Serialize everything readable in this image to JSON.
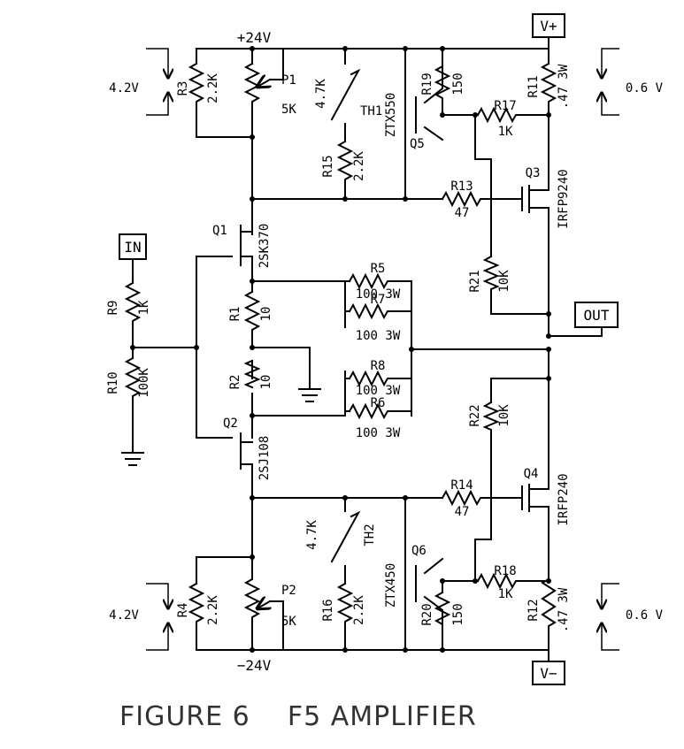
{
  "title": "FIGURE 6    F5 AMPLIFIER",
  "rails": {
    "pos": "+24V",
    "neg": "−24V"
  },
  "terminals": {
    "vplus": "V+",
    "vminus": "V−",
    "input": "IN",
    "output": "OUT"
  },
  "measurements": {
    "bias_left_top": "4.2V",
    "bias_left_bottom": "4.2V",
    "bias_right_top": "0.6 V",
    "bias_right_bottom": "0.6 V"
  },
  "components": {
    "R3": {
      "ref": "R3",
      "value": "2.2K"
    },
    "P1": {
      "ref": "P1",
      "value": "5K"
    },
    "TH1": {
      "ref": "TH1",
      "value": "4.7K"
    },
    "R15": {
      "ref": "R15",
      "value": "2.2K"
    },
    "Q5": {
      "ref": "Q5",
      "part": "ZTX550"
    },
    "R19": {
      "ref": "R19",
      "value": "150"
    },
    "R11": {
      "ref": "R11",
      "value": ".47 3W"
    },
    "R17": {
      "ref": "R17",
      "value": "1K"
    },
    "Q3": {
      "ref": "Q3",
      "part": "IRFP9240"
    },
    "R13": {
      "ref": "R13",
      "value": "47"
    },
    "Q1": {
      "ref": "Q1",
      "part": "2SK370"
    },
    "R9": {
      "ref": "R9",
      "value": "1K"
    },
    "R10": {
      "ref": "R10",
      "value": "100K"
    },
    "R1": {
      "ref": "R1",
      "value": "10"
    },
    "R2": {
      "ref": "R2",
      "value": "10"
    },
    "R5": {
      "ref": "R5",
      "value": "100 3W"
    },
    "R7": {
      "ref": "R7",
      "value": "100 3W"
    },
    "R8": {
      "ref": "R8",
      "value": "100 3W"
    },
    "R6": {
      "ref": "R6",
      "value": "100 3W"
    },
    "R21": {
      "ref": "R21",
      "value": "10K"
    },
    "R22": {
      "ref": "R22",
      "value": "10K"
    },
    "Q2": {
      "ref": "Q2",
      "part": "2SJ108"
    },
    "Q4": {
      "ref": "Q4",
      "part": "IRFP240"
    },
    "R14": {
      "ref": "R14",
      "value": "47"
    },
    "TH2": {
      "ref": "TH2",
      "value": "4.7K"
    },
    "R16": {
      "ref": "R16",
      "value": "2.2K"
    },
    "Q6": {
      "ref": "Q6",
      "part": "ZTX450"
    },
    "R18": {
      "ref": "R18",
      "value": "1K"
    },
    "R20": {
      "ref": "R20",
      "value": "150"
    },
    "R12": {
      "ref": "R12",
      "value": ".47 3W"
    },
    "R4": {
      "ref": "R4",
      "value": "2.2K"
    },
    "P2": {
      "ref": "P2",
      "value": "5K"
    }
  }
}
